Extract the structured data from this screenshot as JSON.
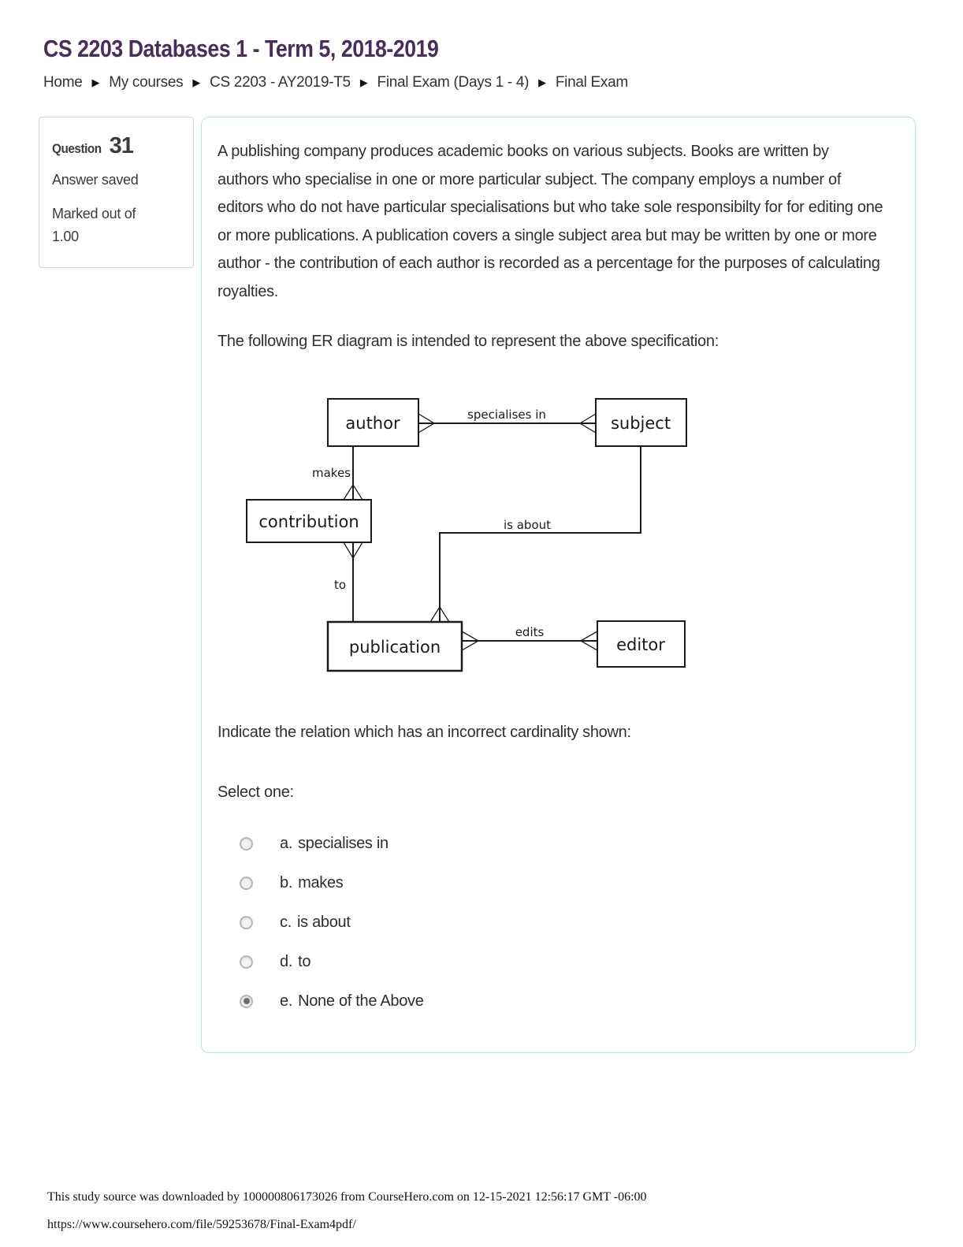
{
  "page": {
    "title": "CS 2203 Databases 1 - Term 5, 2018-2019",
    "breadcrumb_separator": "▶",
    "breadcrumb": [
      {
        "label": "Home"
      },
      {
        "label": "My courses"
      },
      {
        "label": "CS 2203 - AY2019-T5"
      },
      {
        "label": "Final Exam (Days 1 - 4)"
      },
      {
        "label": "Final Exam"
      }
    ]
  },
  "question_info": {
    "label": "Question",
    "number": "31",
    "status": "Answer saved",
    "marked": "Marked out of 1.00"
  },
  "question": {
    "paragraph1": "A publishing company produces academic books on various subjects. Books are written by authors who specialise in one or more particular subject. The company employs a number of editors who do not have particular specialisations but who take sole responsibilty for for editing one or more publications. A publication covers a single subject area but may be written by one or more author - the contribution of each author is recorded as a percentage for the purposes of calculating royalties.",
    "paragraph2": "The following ER diagram is intended to represent the above specification:",
    "prompt": "Indicate the relation which has an incorrect cardinality shown:",
    "select_label": "Select one:"
  },
  "diagram": {
    "entities": [
      {
        "name": "author"
      },
      {
        "name": "subject"
      },
      {
        "name": "contribution"
      },
      {
        "name": "publication"
      },
      {
        "name": "editor"
      }
    ],
    "relationships": [
      {
        "name": "specialises in"
      },
      {
        "name": "makes"
      },
      {
        "name": "to"
      },
      {
        "name": "is about"
      },
      {
        "name": "edits"
      }
    ]
  },
  "options": [
    {
      "letter": "a.",
      "label": "specialises in",
      "selected": false
    },
    {
      "letter": "b.",
      "label": "makes",
      "selected": false
    },
    {
      "letter": "c.",
      "label": "is about",
      "selected": false
    },
    {
      "letter": "d.",
      "label": "to",
      "selected": false
    },
    {
      "letter": "e.",
      "label": "None of the Above",
      "selected": true
    }
  ],
  "footer": {
    "line1": "This study source was downloaded by 100000806173026 from CourseHero.com on 12-15-2021 12:56:17 GMT -06:00",
    "url": "https://www.coursehero.com/file/59253678/Final-Exam4pdf/"
  },
  "colors": {
    "title": "#4a2d5a",
    "content_border": "#b8e2ea",
    "info_border": "#d9d9d9",
    "radio_selected_dot": "#6d6d6d"
  }
}
